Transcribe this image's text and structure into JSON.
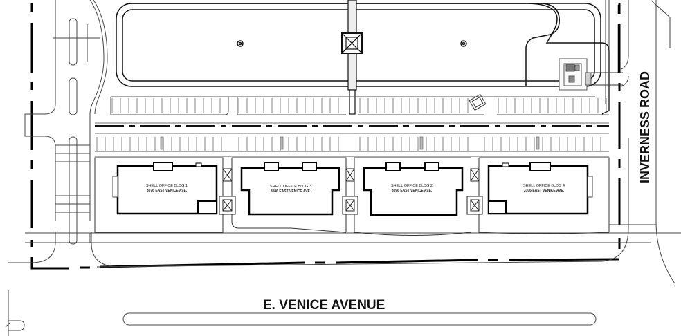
{
  "roads": {
    "south": "E. VENICE AVENUE",
    "east": "INVERNESS ROAD"
  },
  "buildings": [
    {
      "name": "SHELL OFFICE BLDG 1",
      "address": "3076 EAST VENICE AVE."
    },
    {
      "name": "SHELL OFFICE BLDG 3",
      "address": "3086 EAST VENICE AVE."
    },
    {
      "name": "SHELL OFFICE BLDG 2",
      "address": "3096 EAST VENICE AVE."
    },
    {
      "name": "SHELL OFFICE BLDG 4",
      "address": "3106 EAST VENICE AVE."
    }
  ],
  "colors": {
    "line": "#111111",
    "thin_line": "#555555",
    "background": "#ffffff"
  }
}
